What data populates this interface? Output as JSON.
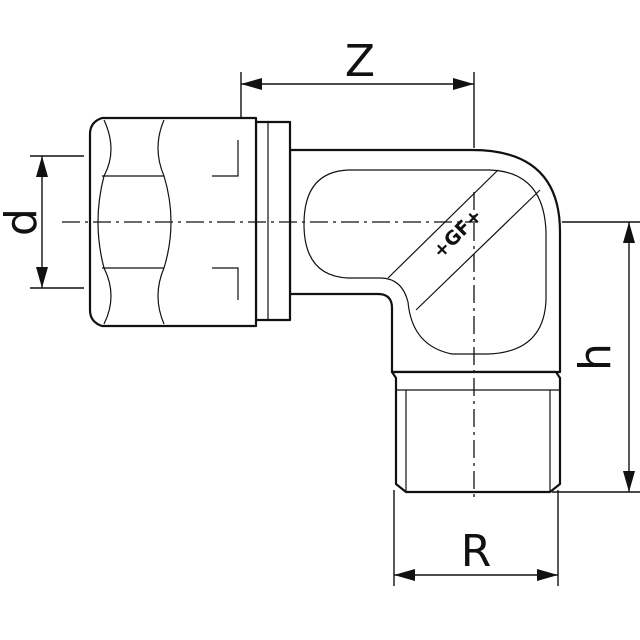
{
  "dimensions": {
    "z_label": "Z",
    "d_label": "d",
    "h_label": "h",
    "r_label": "R"
  },
  "logo": {
    "text": "+GF+"
  }
}
